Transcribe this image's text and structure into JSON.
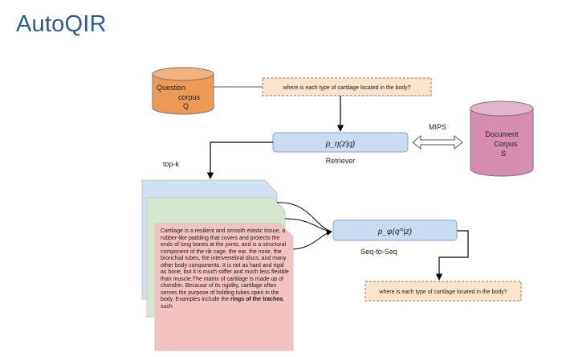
{
  "slide": {
    "title": "AutoQIR"
  },
  "diagram": {
    "question_corpus": {
      "line1": "Question",
      "line2": "corpus",
      "line3": "Q"
    },
    "input_question": "where is each type of cartilage located in the body?",
    "retriever_formula": "p_η(z|q)",
    "retriever_label": "Retriever",
    "mips_label": "MIPS",
    "document_corpus": {
      "line1": "Document",
      "line2": "Corpus",
      "line3": "S"
    },
    "topk_label": "top-k",
    "passage_text": "Cartilage is a resilient and smooth elastic tissue, a rubber-like padding that covers and protects the ends of long bones at the joints, and is a structural component of the rib cage, the ear, the nose, the bronchial tubes, the intervertebral discs, and many other body components. It is not as hard and rigid as bone, but it is much stiffer and much less flexible than muscle.The matrix of cartilage is made up of chondrin. Because of its rigidity, cartilage often serves the purpose of holding tubes open in the body. Examples include the",
    "passage_bold": "rings of the trachea",
    "passage_tail": ", such",
    "seq2seq_formula": "p_φ(q^|z)",
    "seq2seq_label": "Seq-to-Seq",
    "output_question": "where is each type of cartilage located in the body?"
  },
  "colors": {
    "title": "#2f5b93",
    "question_cylinder": "#ee9a55",
    "document_cylinder": "#d68db0",
    "model_box": "#c9dcf0",
    "question_box": "#fbe3cc",
    "passage_back": "#cfe0f2",
    "passage_mid": "#d5e8cf",
    "passage_front": "#f4c3c1"
  }
}
